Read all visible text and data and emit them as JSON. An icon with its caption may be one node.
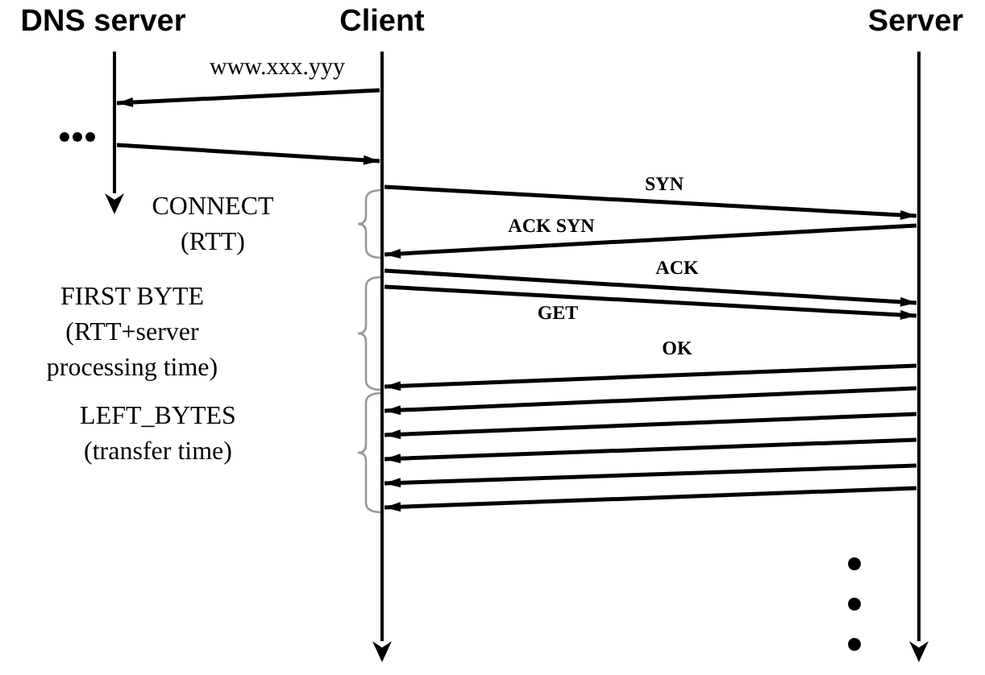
{
  "diagram": {
    "nodes": [
      {
        "text": [
          "DNS server"
        ]
      },
      {
        "text": [
          "Client"
        ]
      },
      {
        "text": [
          "Server"
        ]
      },
      {
        "text": [],
        "shape": "bar"
      },
      {
        "text": [],
        "shape": "bar"
      },
      {
        "text": [],
        "shape": "bar"
      }
    ],
    "edges": [
      {
        "from": 4,
        "to": 3,
        "arrow": "to",
        "label": "www.xxx.yyy"
      },
      {
        "from": 3,
        "to": 4,
        "arrow": "to"
      },
      {
        "from": 4,
        "to": 5,
        "arrow": "to",
        "label": "SYN"
      },
      {
        "from": 5,
        "to": 4,
        "arrow": "to",
        "label": "ACK SYN"
      },
      {
        "from": 4,
        "to": 5,
        "arrow": "to",
        "label": "ACK"
      },
      {
        "from": 4,
        "to": 5,
        "arrow": "to",
        "label": "GET"
      },
      {
        "from": 5,
        "to": 4,
        "arrow": "to",
        "label": "OK"
      },
      {
        "from": 5,
        "to": 4,
        "arrow": "to"
      },
      {
        "from": 5,
        "to": 4,
        "arrow": "to"
      },
      {
        "from": 5,
        "to": 4,
        "arrow": "to"
      },
      {
        "from": 5,
        "to": 4,
        "arrow": "to"
      },
      {
        "from": 5,
        "to": 4,
        "arrow": "to"
      }
    ],
    "labels": [
      "CONNECT (RTT)",
      "FIRST BYTE (RTT+server processing time)",
      "LEFT_BYTES (transfer time)"
    ]
  }
}
